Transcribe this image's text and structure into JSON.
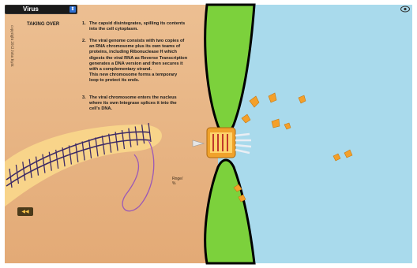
{
  "toolbar": {
    "virus_select_value": "Virus",
    "virus_select_icon": "dropdown-arrow-icon",
    "corner_icon": "view-toggle-icon",
    "rewind_button_icon": "rewind-icon",
    "rewind_button_label": "◀◀"
  },
  "copyright": "copyright 2012 John Kyrk",
  "content": {
    "heading": "TAKING OVER",
    "steps": [
      {
        "number": "1.",
        "text": "The capsid disintegrates, spilling its contents\ninto the cell cytoplasm."
      },
      {
        "number": "2.",
        "text": "The viral genome consists with two copies of\nan RNA chromosome plus its own teams of\nproteins, including Ribonuclease H which\ndigests the viral RNA as Reverse Transcription\ngenerates a DNA version and then secures it\nwith a complementary strand.\nThis new chromosome forms a temporary\nloop to protect its ends."
      },
      {
        "number": "3.",
        "text": "The viral chromosome enters the nucleus\nwhere its own Integrase splices it into the\ncell's DNA."
      }
    ],
    "rnase_label": "Rnge/\n%"
  },
  "colors": {
    "cytoplasm": "#e8b586",
    "outside": "#a9daec",
    "membrane": "#7cd13c",
    "membrane_edge": "#000000",
    "chromosome_band": "#f8d48a",
    "dna_strand": "#3d2a66",
    "loop": "#9b59b6",
    "capsid_gold": "#f0a22b",
    "proteins": "#f4a02a"
  }
}
